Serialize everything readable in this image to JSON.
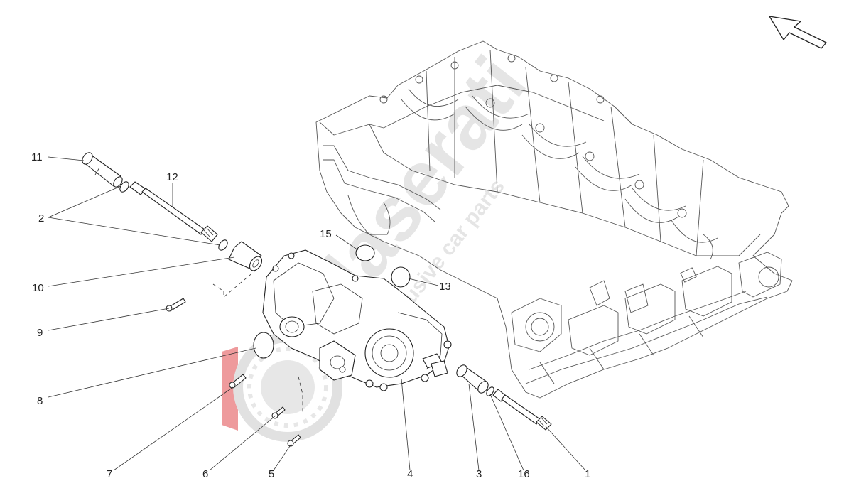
{
  "diagram": {
    "callouts": [
      "11",
      "12",
      "2",
      "10",
      "9",
      "8",
      "7",
      "6",
      "5",
      "4",
      "3",
      "16",
      "1",
      "15",
      "13"
    ],
    "watermark": {
      "brand": "Maserati",
      "tagline": "exclusive car parts"
    }
  },
  "colors": {
    "line": "#222222",
    "watermark_red": "#e0474c",
    "watermark_grey": "#c8c8c8"
  },
  "icons": {
    "orientation": "direction-arrow-icon"
  }
}
